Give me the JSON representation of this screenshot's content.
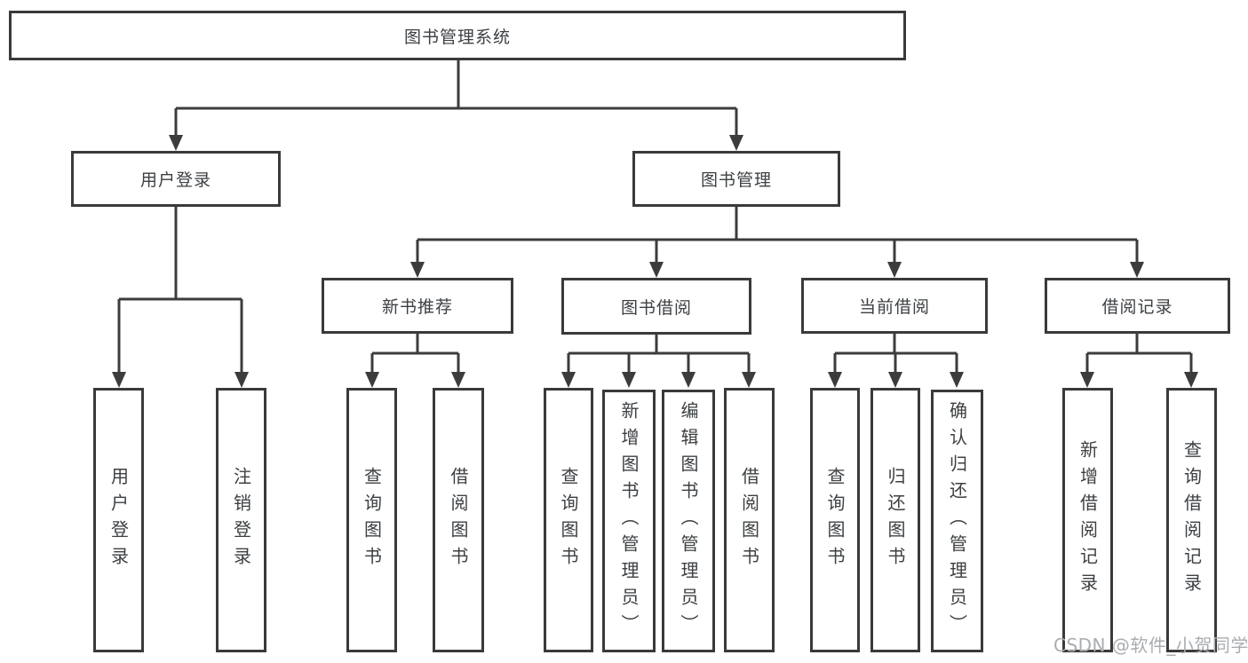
{
  "diagram": {
    "root": {
      "label": "图书管理系统"
    },
    "level1": [
      {
        "label": "用户登录"
      },
      {
        "label": "图书管理"
      }
    ],
    "level2": [
      {
        "parent": "图书管理",
        "label": "新书推荐"
      },
      {
        "parent": "图书管理",
        "label": "图书借阅"
      },
      {
        "parent": "图书管理",
        "label": "当前借阅"
      },
      {
        "parent": "图书管理",
        "label": "借阅记录"
      }
    ],
    "level3": [
      {
        "parent": "用户登录",
        "label": "用户登录"
      },
      {
        "parent": "用户登录",
        "label": "注销登录"
      },
      {
        "parent": "新书推荐",
        "label": "查询图书"
      },
      {
        "parent": "新书推荐",
        "label": "借阅图书"
      },
      {
        "parent": "图书借阅",
        "label": "查询图书"
      },
      {
        "parent": "图书借阅",
        "label": "新增图书（管理员）"
      },
      {
        "parent": "图书借阅",
        "label": "编辑图书（管理员）"
      },
      {
        "parent": "图书借阅",
        "label": "借阅图书"
      },
      {
        "parent": "当前借阅",
        "label": "查询图书"
      },
      {
        "parent": "当前借阅",
        "label": "归还图书"
      },
      {
        "parent": "当前借阅",
        "label": "确认归还（管理员）"
      },
      {
        "parent": "借阅记录",
        "label": "新增借阅记录"
      },
      {
        "parent": "借阅记录",
        "label": "查询借阅记录"
      }
    ]
  },
  "colors": {
    "line": "#3c3c3c",
    "border": "#3a3a3a",
    "text": "#3c4043",
    "watermark": "#a9adb2"
  },
  "watermark": "CSDN @软件_小贺同学"
}
